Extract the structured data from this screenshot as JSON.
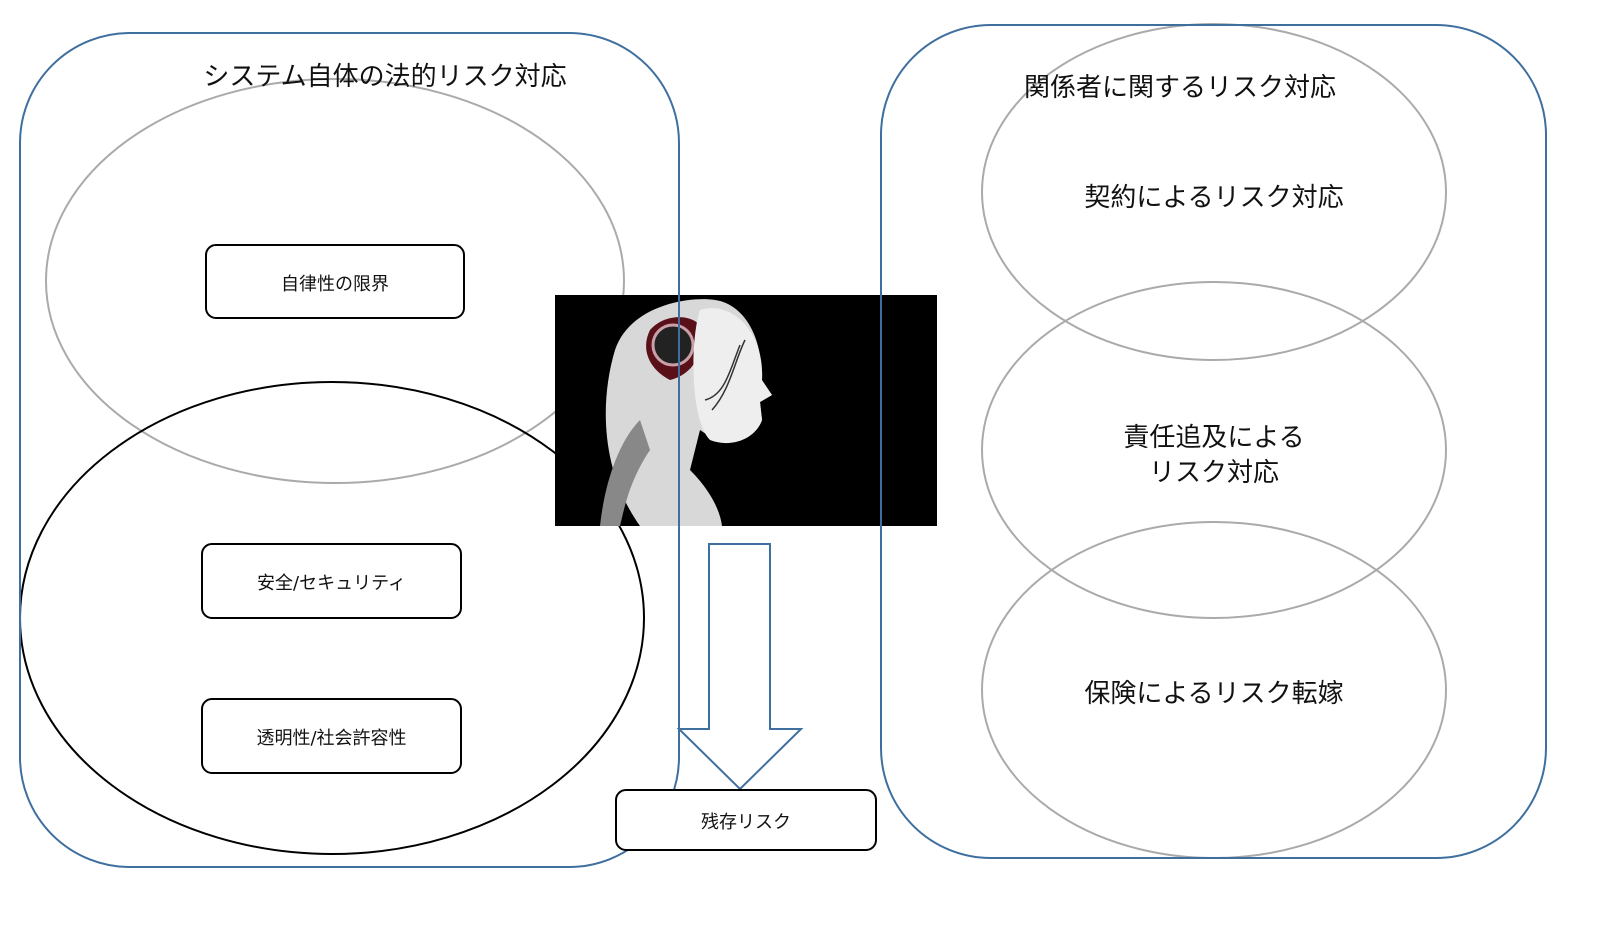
{
  "left_group": {
    "title": "システム自体の法的リスク対応",
    "boxes": [
      "自律性の限界",
      "安全/セキュリティ",
      "透明性/社会許容性"
    ]
  },
  "right_group": {
    "title": "関係者に関するリスク対応",
    "items": [
      "契約によるリスク対応",
      "責任追及による",
      "リスク対応",
      "保険によるリスク転嫁"
    ]
  },
  "residual": "残存リスク",
  "colors": {
    "group_border": "#3f6f9f",
    "ellipse_gray": "#aaaaaa",
    "box_border": "#000000"
  }
}
